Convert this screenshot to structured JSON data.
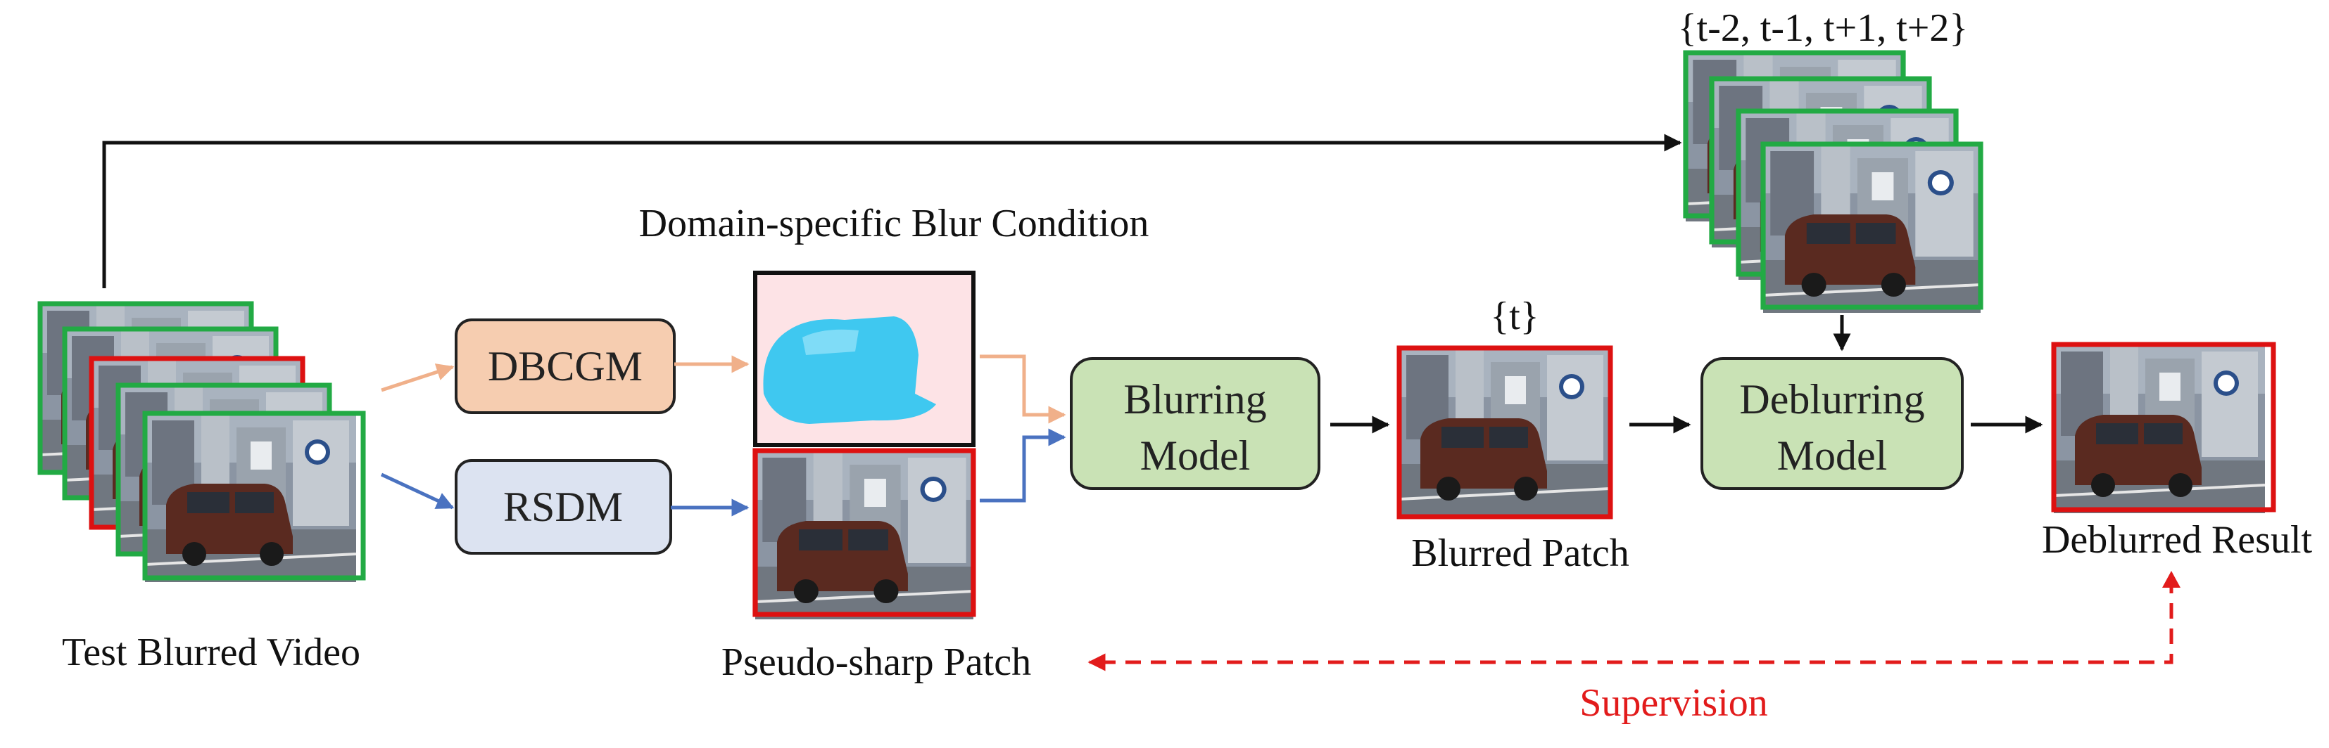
{
  "labels": {
    "test_video": "Test Blurred Video",
    "condition_title": "Domain-specific Blur Condition",
    "pseudo_sharp": "Pseudo-sharp Patch",
    "blurred_patch": "Blurred Patch",
    "t_label": "{t}",
    "neighbor_frames": "{t-2, t-1, t+1, t+2}",
    "deblurred_result": "Deblurred Result",
    "supervision": "Supervision"
  },
  "modules": {
    "dbcgm": "DBCGM",
    "rsdm": "RSDM",
    "blurring_line1": "Blurring",
    "blurring_line2": "Model",
    "deblurring_line1": "Deblurring",
    "deblurring_line2": "Model"
  },
  "colors": {
    "frame_green": "#22aa44",
    "frame_red": "#dd1111",
    "dbcgm_fill": "#f6cdb0",
    "rsdm_fill": "#dce3f1",
    "model_fill": "#c9e2b5",
    "arrow_orange": "#f0b08a",
    "arrow_blue": "#4a72c0",
    "supervision_red": "#e21b1b",
    "condition_bg": "#fde3e6",
    "condition_blob": "#3fc8f0"
  }
}
